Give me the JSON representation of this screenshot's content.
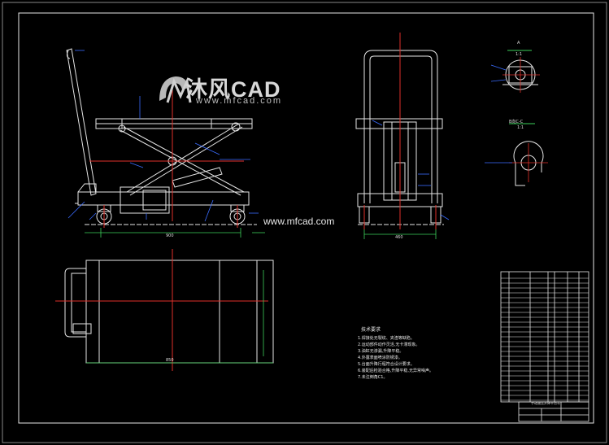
{
  "watermark": {
    "brand": "沐风CAD",
    "url_small": "www.mfcad.com",
    "url_center": "www.mfcad.com"
  },
  "views": {
    "section_a": {
      "label": "A",
      "scale": "1:1"
    },
    "section_b": {
      "label": "B向C-C",
      "scale": "1:1"
    }
  },
  "dimensions": {
    "side_width": "900",
    "front_width": "460",
    "top_width": "850"
  },
  "notes": {
    "title": "技术要求",
    "items": [
      "1.焊接处无裂纹、夹渣等缺陷。",
      "2.运动部件动作灵活,无卡滞现象。",
      "3.油缸无渗漏,升降平稳。",
      "4.外露表面喷涂防锈漆。",
      "5.台面升降行程符合设计要求。",
      "6.装配后检验合格,升降平稳,无异常噪声。",
      "7.未注倒角C1。"
    ]
  },
  "title_block": {
    "name": "手动液压升降平台车"
  },
  "colors": {
    "line": "#e6e6e6",
    "centerline": "#e0302a",
    "leader": "#3a6cff",
    "dim_green": "#3cd05a",
    "fill_dark": "#1e1e1e"
  }
}
